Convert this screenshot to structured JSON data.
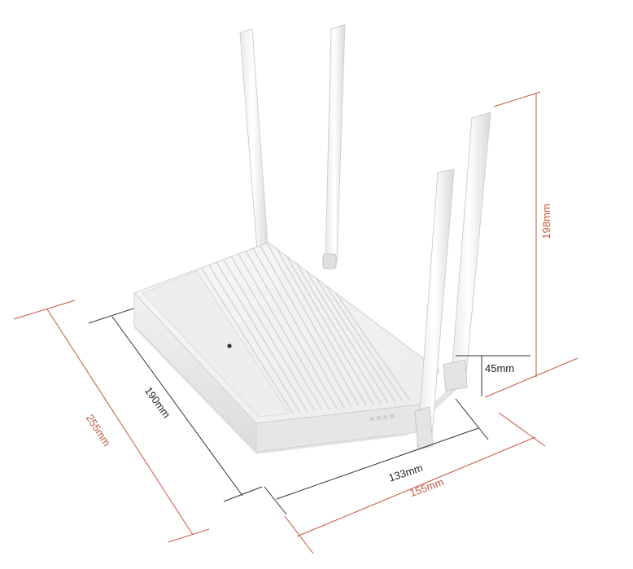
{
  "dimensions": {
    "total_height": "198mm",
    "base_height": "45mm",
    "depth_inner": "190mm",
    "depth_outer": "255mm",
    "width_inner": "133mm",
    "width_outer": "155mm"
  },
  "colors": {
    "accent_dimension": "#c8553f",
    "primary_dimension": "#222222",
    "router_body": "#f4f4f4",
    "router_shadow": "#d8d8d8"
  }
}
